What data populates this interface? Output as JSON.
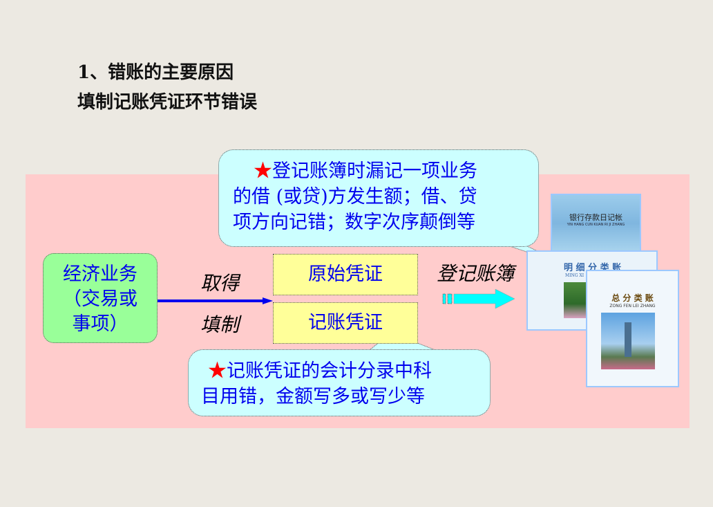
{
  "slide": {
    "title_line1": "1、错账的主要原因",
    "title_line2": "填制记账凭证环节错误"
  },
  "diagram": {
    "business_box": [
      "经济业务",
      "（交易或",
      "事项）"
    ],
    "label_obtain": "取得",
    "label_fill": "填制",
    "original_voucher": "原始凭证",
    "accounting_voucher": "记账凭证",
    "label_register": "登记账簿",
    "top_callout": {
      "star": "★",
      "lines": [
        "登记账簿时漏记一项业务",
        "的借 (或贷)方发生额；借、贷",
        "项方向记错；数字次序颠倒等"
      ]
    },
    "bottom_callout": {
      "star": "★",
      "lines": [
        "记账凭证的会计分录中科",
        "目用错，金额写多或写少等"
      ]
    },
    "books": [
      {
        "title": "银行存款日记帐",
        "pinyin": "YIN HANG CUN KUAN RI JI ZHANG"
      },
      {
        "title": "明 细 分 类 账",
        "pinyin": "MING XI"
      },
      {
        "title": "总 分 类 账",
        "pinyin": "ZONG FEN LEI ZHANG"
      }
    ]
  },
  "colors": {
    "panel": "#FFCCCC",
    "callout": "#CCFFFF",
    "green": "#99FF99",
    "yellow": "#FFFF99",
    "text_blue": "#0000EE",
    "star": "#FF0000"
  }
}
